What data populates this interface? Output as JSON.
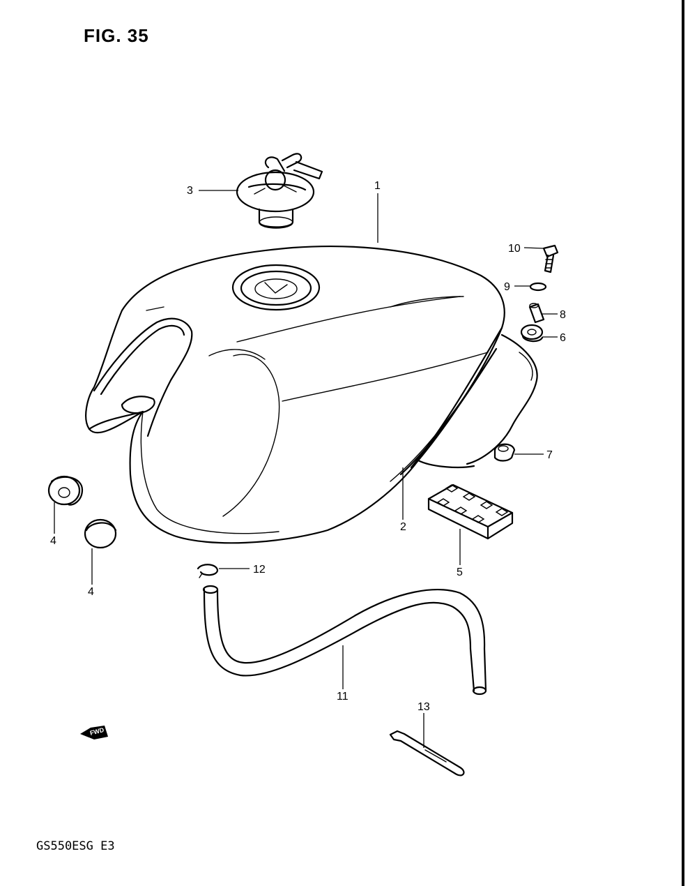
{
  "figure": {
    "title": "FIG. 35",
    "model_code": "GS550ESG  E3",
    "direction_marker": "FWD"
  },
  "callouts": [
    {
      "id": "c1",
      "label": "1"
    },
    {
      "id": "c2",
      "label": "2"
    },
    {
      "id": "c3",
      "label": "3"
    },
    {
      "id": "c4a",
      "label": "4"
    },
    {
      "id": "c4b",
      "label": "4"
    },
    {
      "id": "c5",
      "label": "5"
    },
    {
      "id": "c6",
      "label": "6"
    },
    {
      "id": "c7",
      "label": "7"
    },
    {
      "id": "c8",
      "label": "8"
    },
    {
      "id": "c9",
      "label": "9"
    },
    {
      "id": "c10",
      "label": "10"
    },
    {
      "id": "c11",
      "label": "11"
    },
    {
      "id": "c12",
      "label": "12"
    },
    {
      "id": "c13",
      "label": "13"
    }
  ]
}
